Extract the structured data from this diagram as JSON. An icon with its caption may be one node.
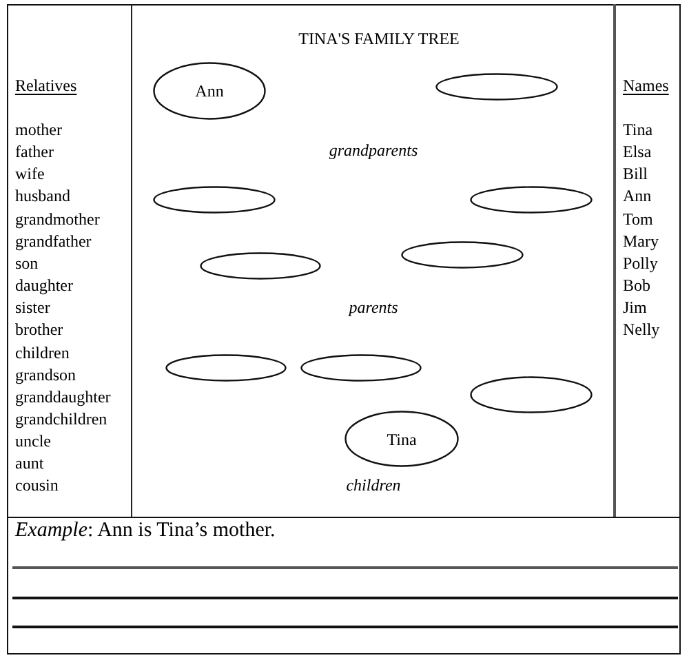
{
  "diagram": {
    "title": "TINA'S FAMILY TREE",
    "nodes": [
      {
        "text": [
          "Ann"
        ]
      },
      {
        "text": [],
        "shape": "ellipse"
      },
      {
        "text": [],
        "shape": "ellipse"
      },
      {
        "text": [],
        "shape": "ellipse"
      },
      {
        "text": [],
        "shape": "ellipse"
      },
      {
        "text": [],
        "shape": "ellipse"
      },
      {
        "text": [],
        "shape": "ellipse"
      },
      {
        "text": [],
        "shape": "ellipse"
      },
      {
        "text": [],
        "shape": "ellipse"
      },
      {
        "text": [
          "Tina"
        ]
      }
    ],
    "labels": [
      "Relatives",
      "mother",
      "father",
      "wife",
      "husband",
      "grandmother",
      "grandfather",
      "son",
      "daughter",
      "sister",
      "brother",
      "children",
      "grandson",
      "granddaughter",
      "grandchildren",
      "uncle",
      "aunt",
      "cousin",
      "grandparents",
      "parents",
      "children",
      "Names",
      "Tina",
      "Elsa",
      "Bill",
      "Ann",
      "Tom",
      "Mary",
      "Polly",
      "Bob",
      "Jim",
      "Nelly",
      "*Example*: Ann is Tina’s mother."
    ]
  }
}
